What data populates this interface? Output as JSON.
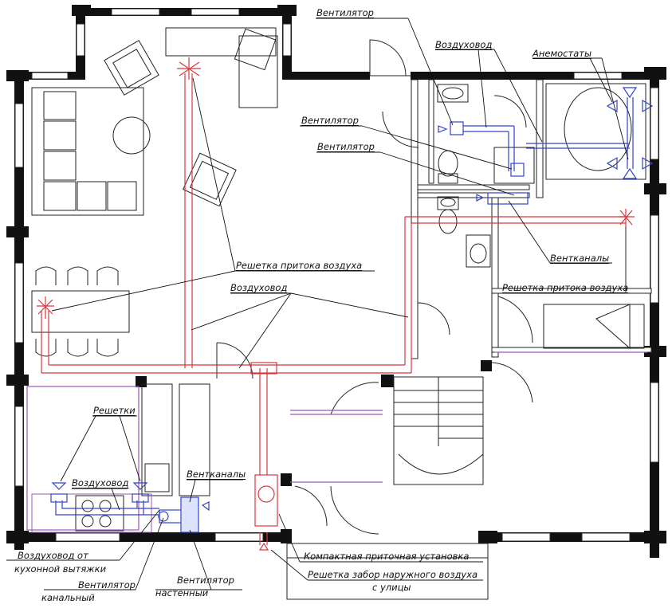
{
  "colors": {
    "wall": "#111111",
    "line": "#222222",
    "supply_duct": "#d9363e",
    "exhaust_duct": "#3344cc",
    "purple": "#9b59b6",
    "background": "#ffffff"
  },
  "labels": {
    "fan_top": "Вентилятор",
    "duct_top": "Воздуховод",
    "anemostats": "Анемостаты",
    "fan_mid1": "Вентилятор",
    "fan_mid2": "Вентилятор",
    "vent_channels_right": "Вентканалы",
    "supply_grille_center": "Решетка притока воздуха",
    "supply_grille_right": "Решетка притока воздуха",
    "duct_center": "Воздуховод",
    "grilles": "Решетки",
    "duct_kitchen": "Воздуховод",
    "vent_channels_left": "Вентканалы",
    "kitchen_duct_line1": "Воздуховод от",
    "kitchen_duct_line2": "кухонной вытяжки",
    "duct_fan_line1": "Вентилятор",
    "duct_fan_line2": "канальный",
    "wall_fan_line1": "Вентилятор",
    "wall_fan_line2": "настенный",
    "compact_unit": "Компактная приточная установка",
    "intake_line1": "Решетка забор наружного воздуха",
    "intake_line2": "с улицы"
  }
}
